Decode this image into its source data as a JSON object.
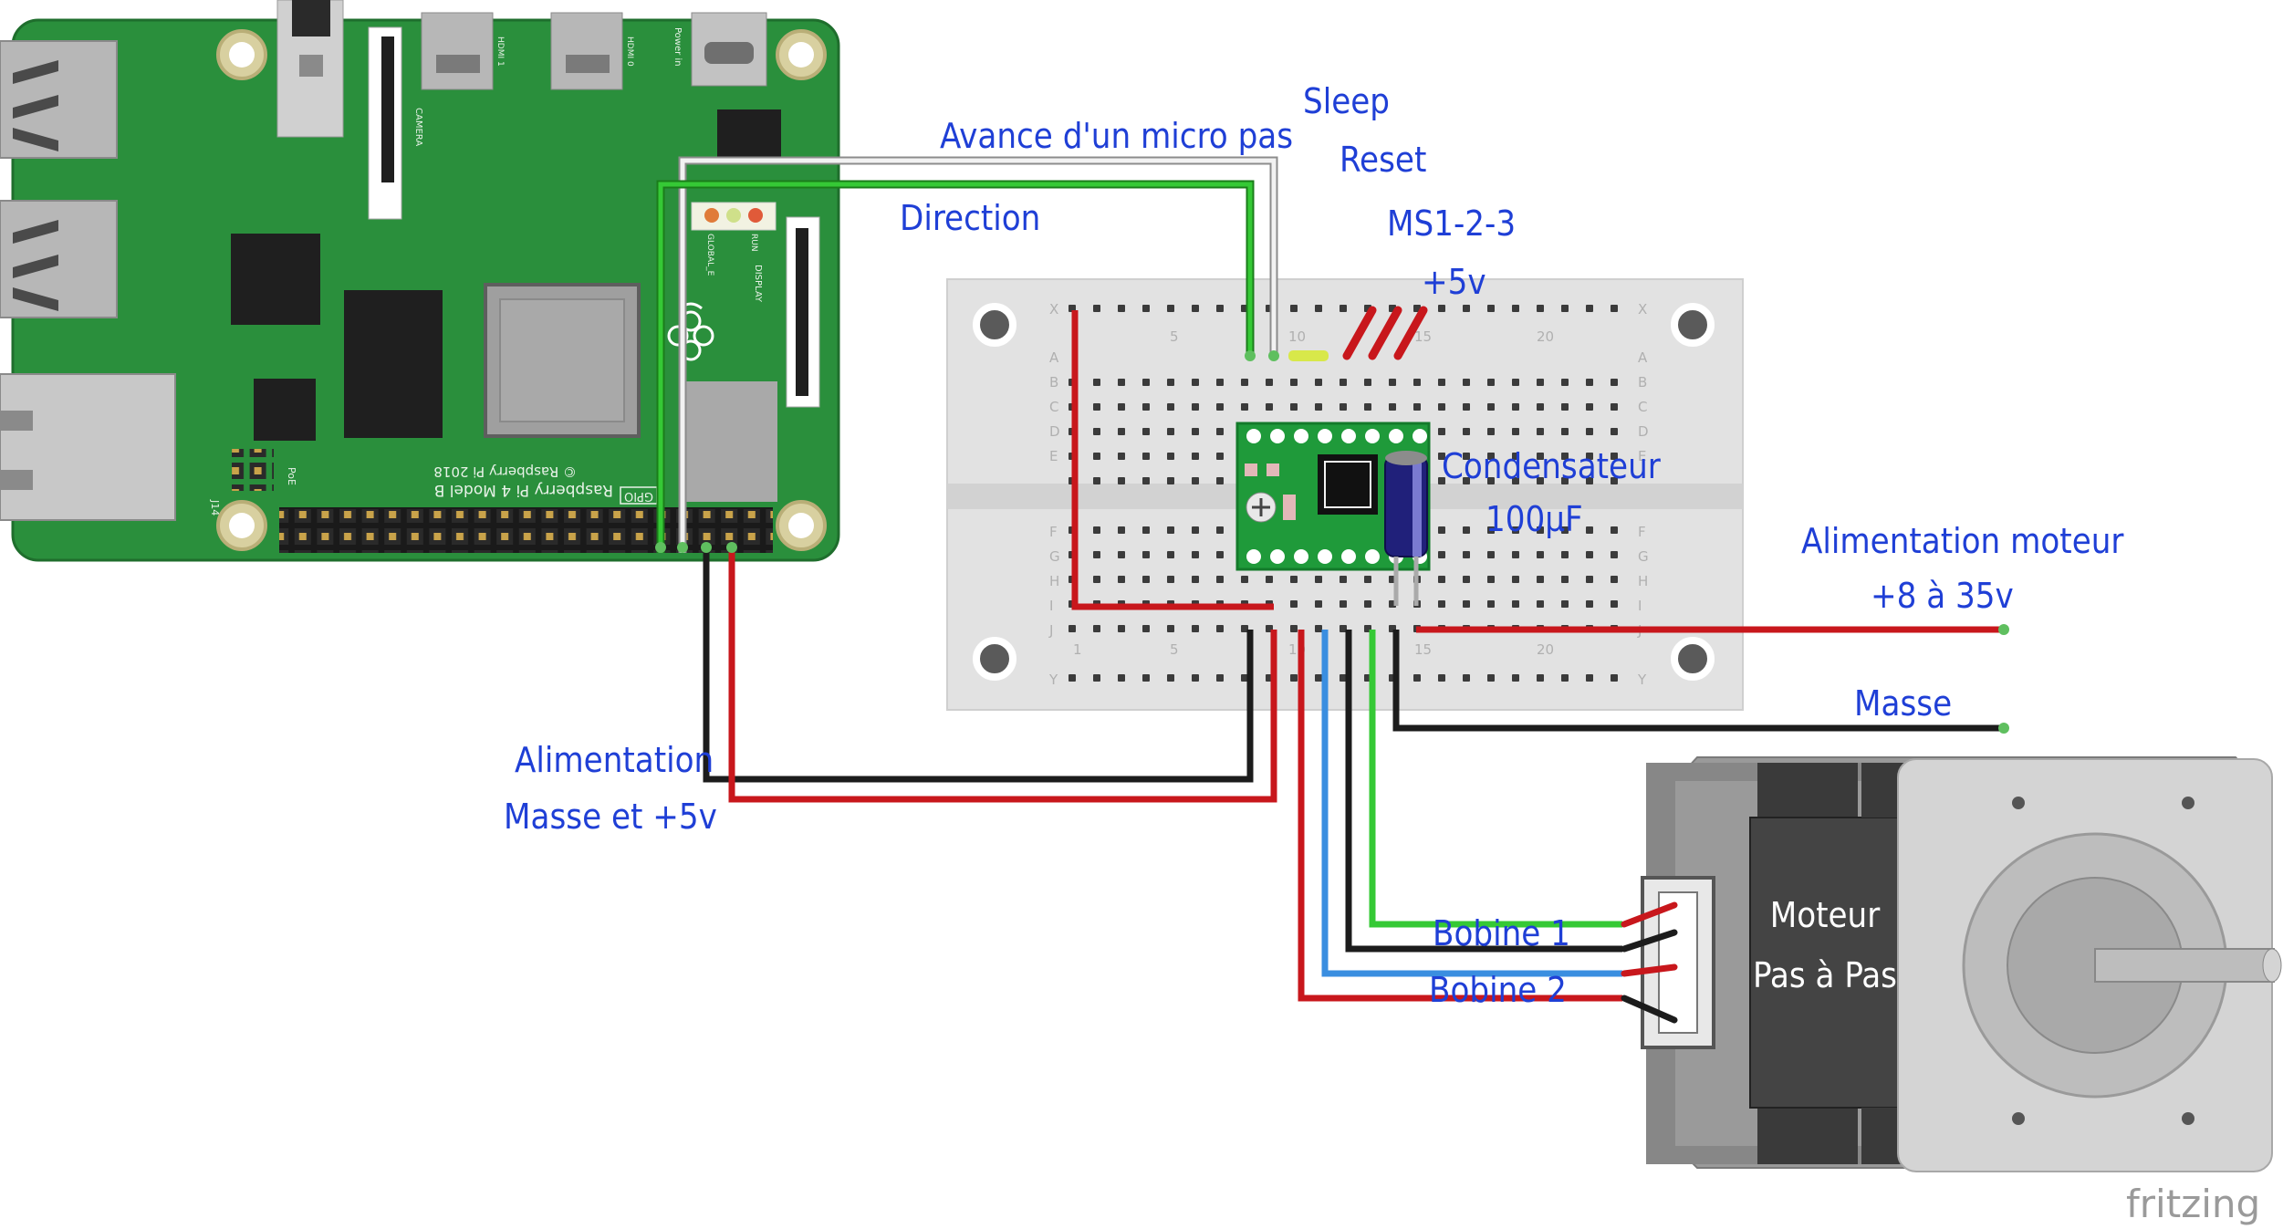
{
  "labels": {
    "micro_step": "Avance d'un micro pas",
    "sleep": "Sleep",
    "reset": "Reset",
    "direction": "Direction",
    "ms123": "MS1-2-3",
    "plus5v": "+5v",
    "capacitor_line1": "Condensateur",
    "capacitor_line2": "100µF",
    "motor_supply_line1": "Alimentation moteur",
    "motor_supply_line2": "+8 à 35v",
    "ground": "Masse",
    "power_line1": "Alimentation",
    "power_line2": "Masse et +5v",
    "coil1": "Bobine 1",
    "coil2": "Bobine 2",
    "motor_line1": "Moteur",
    "motor_line2": "Pas à Pas"
  },
  "raspberry_pi": {
    "model": "Raspberry Pi 4 Model B",
    "copyright": "© Raspberry Pi 2018",
    "gpio": "GPIO",
    "camera": "CAMERA",
    "display": "DISPLAY",
    "hdmi0": "HDMI 0",
    "hdmi1": "HDMI 1",
    "power_in": "Power in",
    "poe": "PoE",
    "j14": "J14",
    "led_labels": [
      "RUN",
      "GLOBAL_E"
    ]
  },
  "breadboard": {
    "row_letters_top": [
      "A",
      "B",
      "C",
      "D",
      "E"
    ],
    "row_letters_bottom": [
      "F",
      "G",
      "H",
      "I",
      "J"
    ],
    "rail_labels": [
      "X",
      "Y"
    ],
    "column_numbers_top": [
      "5",
      "10",
      "15",
      "20"
    ],
    "column_numbers_bottom": [
      "1",
      "5",
      "10",
      "15",
      "20"
    ]
  },
  "brand": "fritzing",
  "colors": {
    "label_text": "#1f3fd6",
    "pcb_green": "#2a8f3c",
    "wire_red": "#c8171c",
    "wire_black": "#1c1c1c",
    "wire_green": "#2fb52f",
    "wire_blue": "#3a8ee0",
    "wire_white": "#dcdcdc",
    "driver_green": "#1f9a3a",
    "motor_gray": "#9a9a9a"
  }
}
